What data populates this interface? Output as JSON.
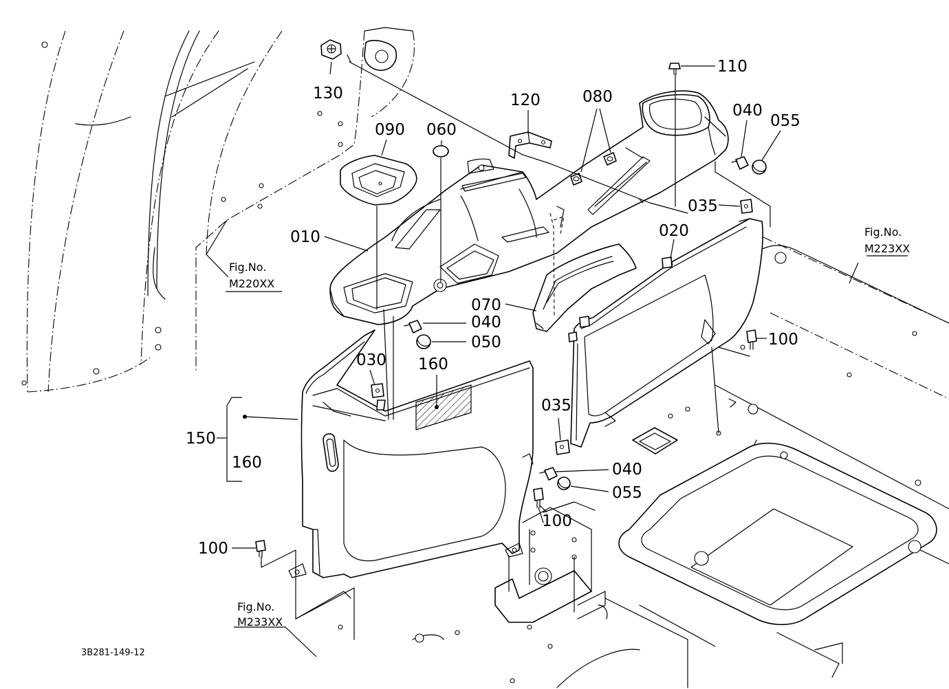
{
  "callouts": {
    "c130": "130",
    "c110": "110",
    "c120": "120",
    "c080": "080",
    "c040_top": "040",
    "c055_top": "055",
    "c090": "090",
    "c060": "060",
    "c010": "010",
    "c035_top": "035",
    "c020": "020",
    "c070": "070",
    "c040_mid": "040",
    "c050": "050",
    "c100_right": "100",
    "c030": "030",
    "c160_label": "160",
    "c150": "150",
    "c160_bracket": "160",
    "c035_low": "035",
    "c040_low": "040",
    "c055_low": "055",
    "c100_mid": "100",
    "c100_left": "100"
  },
  "figure_refs": {
    "left": {
      "line1": "Fig.No.",
      "line2": "M220XX"
    },
    "right": {
      "line1": "Fig.No.",
      "line2": "M223XX"
    },
    "bottom": {
      "line1": "Fig.No.",
      "line2": "M233XX"
    }
  },
  "document_id": "3B281-149-12"
}
